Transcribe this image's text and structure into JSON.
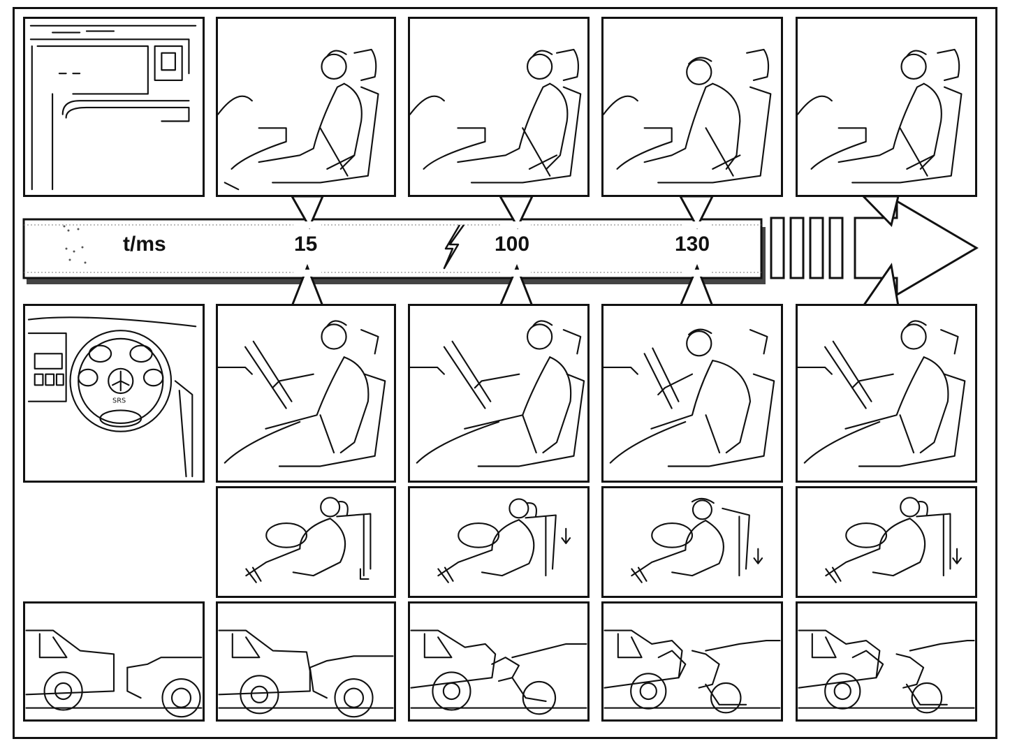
{
  "timeline": {
    "unit_label": "t/ms",
    "markers": [
      "15",
      "100",
      "130"
    ],
    "trigger_icon": "lightning-bolt-icon",
    "direction_icon": "arrow-right-icon"
  },
  "colors": {
    "line": "#111111",
    "background": "#ffffff"
  }
}
